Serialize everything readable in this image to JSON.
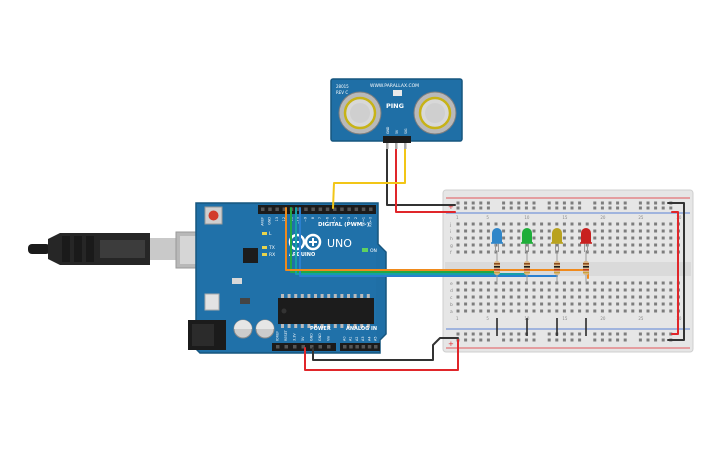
{
  "sensor": {
    "top_label": "WWW.PARALLAX.COM",
    "model_label": "28015",
    "rev_label": "REV C",
    "name_label": "PING",
    "pin_labels": [
      "GND",
      "5V",
      "SIG"
    ]
  },
  "arduino": {
    "brand": "ARDUINO",
    "model": "UNO",
    "digital_label": "DIGITAL (PWM~)",
    "power_label": "POWER",
    "analog_label": "ANALOG IN",
    "on_label": "ON",
    "tx_label": "TX",
    "rx_label": "RX",
    "l_label": "L",
    "header_top_labels": [
      "AREF",
      "GND",
      "13",
      "12",
      "~11",
      "~10",
      "~9",
      "8",
      "7",
      "~6",
      "~5",
      "4",
      "~3",
      "2",
      "TX→1",
      "RX←0"
    ],
    "power_pin_labels": [
      "IOREF",
      "RESET",
      "3.3V",
      "5V",
      "GND",
      "GND",
      "Vin"
    ],
    "analog_pin_labels": [
      "A0",
      "A1",
      "A2",
      "A3",
      "A4",
      "A5"
    ]
  },
  "breadboard": {
    "plus_label": "+",
    "minus_label": "−",
    "row_letters_top": [
      "j",
      "i",
      "h",
      "g",
      "f"
    ],
    "row_letters_bottom": [
      "e",
      "d",
      "c",
      "b",
      "a"
    ],
    "column_numbers": [
      "1",
      "5",
      "10",
      "15",
      "20",
      "25",
      "30"
    ]
  },
  "leds": [
    {
      "name": "blue",
      "color": "#2f86c9"
    },
    {
      "name": "green",
      "color": "#1fae3a"
    },
    {
      "name": "yellow",
      "color": "#b9a21e"
    },
    {
      "name": "red",
      "color": "#c8201f"
    }
  ],
  "wire_colors": {
    "red": "#e0262a",
    "black": "#333333",
    "yellow": "#f2c617",
    "green": "#22a845",
    "blue": "#2a7fd0",
    "orange": "#f08a1c",
    "teal": "#16a0a6"
  }
}
